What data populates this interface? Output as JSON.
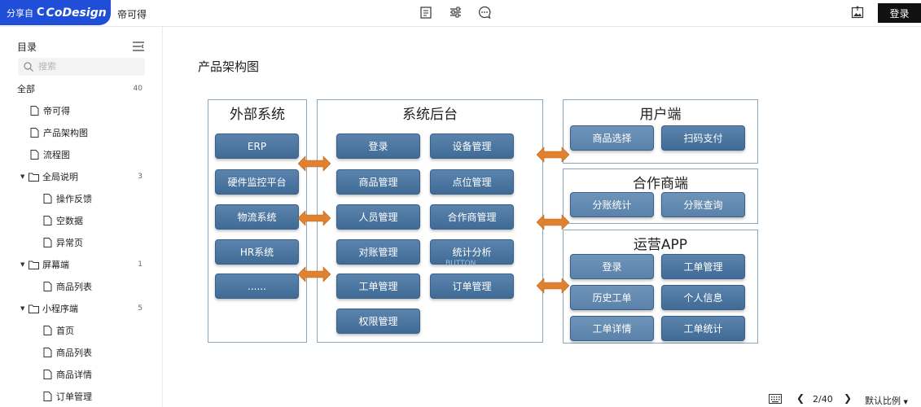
{
  "header": {
    "share_label": "分享自",
    "logo_mark": "C",
    "logo_text": "CoDesign",
    "project_name": "帝可得",
    "login_label": "登录"
  },
  "sidebar": {
    "title": "目录",
    "search_placeholder": "搜索",
    "all_label": "全部",
    "all_count": "40",
    "items": [
      {
        "label": "帝可得"
      },
      {
        "label": "产品架构图"
      },
      {
        "label": "流程图"
      },
      {
        "label": "全局说明",
        "count": "3"
      },
      {
        "label": "操作反馈"
      },
      {
        "label": "空数据"
      },
      {
        "label": "异常页"
      },
      {
        "label": "屏幕端",
        "count": "1"
      },
      {
        "label": "商品列表"
      },
      {
        "label": "小程序端",
        "count": "5"
      },
      {
        "label": "首页"
      },
      {
        "label": "商品列表"
      },
      {
        "label": "商品详情"
      },
      {
        "label": "订单管理"
      }
    ]
  },
  "page": {
    "title": "产品架构图"
  },
  "diagram": {
    "external": {
      "title": "外部系统",
      "items": [
        "ERP",
        "硬件监控平台",
        "物流系统",
        "HR系统",
        "......"
      ]
    },
    "backend": {
      "title": "系统后台",
      "left": [
        "登录",
        "商品管理",
        "人员管理",
        "对账管理",
        "工单管理",
        "权限管理"
      ],
      "right": [
        "设备管理",
        "点位管理",
        "合作商管理",
        "统计分析",
        "订单管理"
      ],
      "ghost": "BUTTON"
    },
    "user": {
      "title": "用户端",
      "items": [
        "商品选择",
        "扫码支付"
      ]
    },
    "partner": {
      "title": "合作商端",
      "items": [
        "分账统计",
        "分账查询"
      ]
    },
    "ops": {
      "title": "运营APP",
      "items": [
        "登录",
        "工单管理",
        "历史工单",
        "个人信息",
        "工单详情",
        "工单统计"
      ]
    },
    "colors": {
      "button": "#4a75a0",
      "arrow": "#e0812f",
      "border": "#8aa6bd"
    }
  },
  "footer": {
    "page_indicator": "2/40",
    "zoom_label": "默认比例"
  }
}
